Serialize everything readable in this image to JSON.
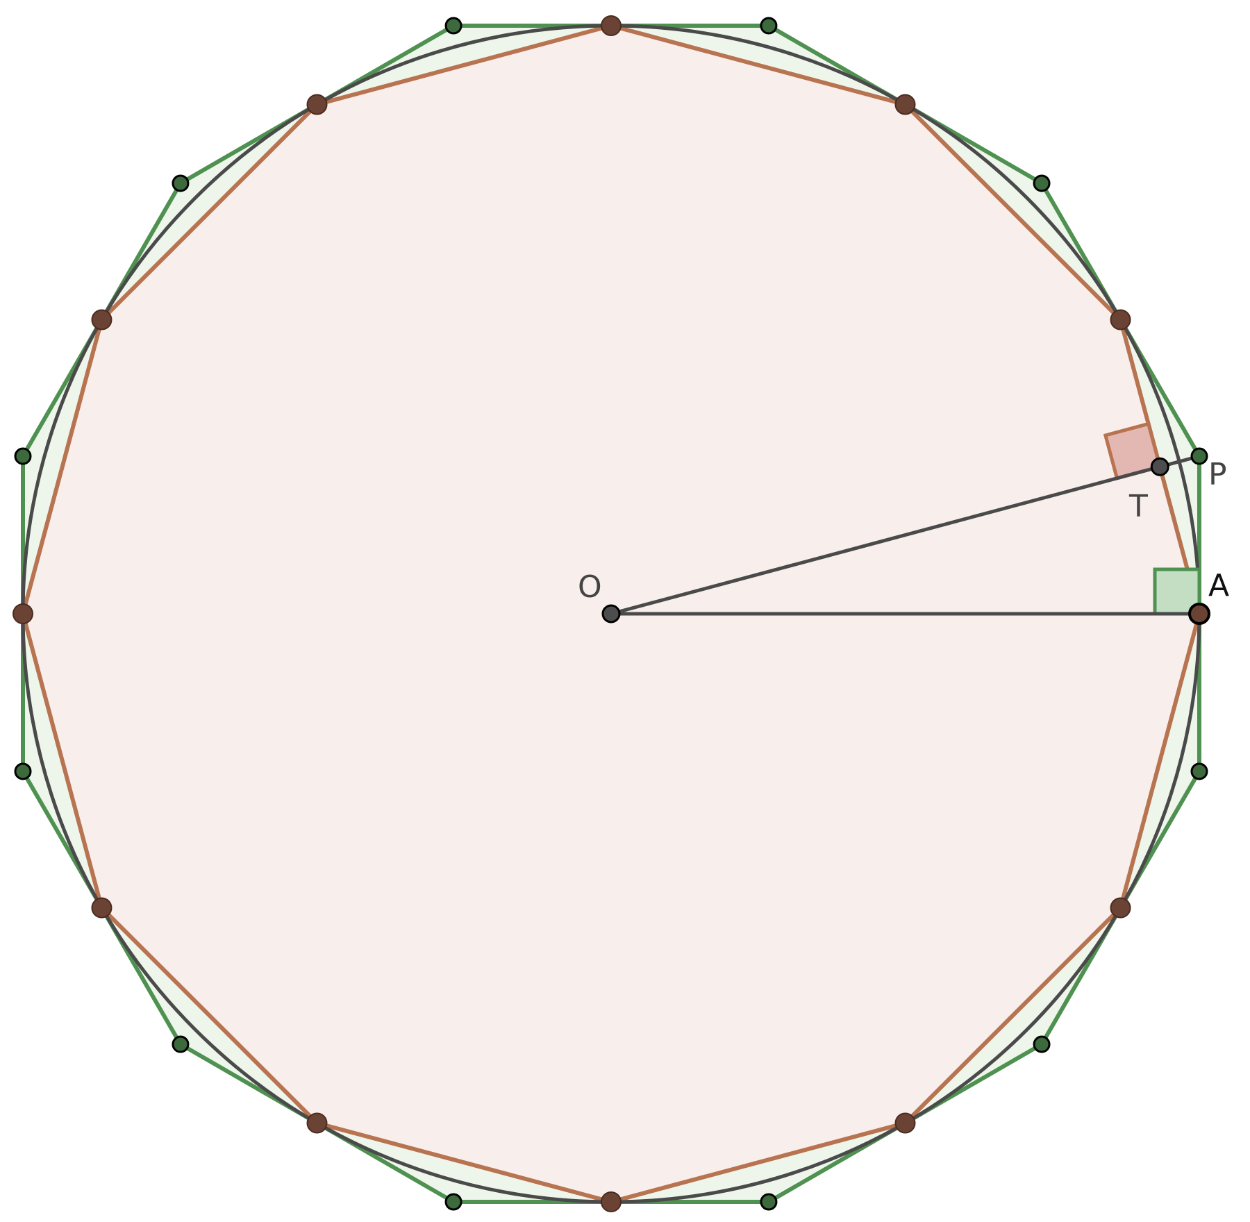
{
  "figure": {
    "labels": {
      "center": "O",
      "tangent_point": "A",
      "outer_vertex": "P",
      "foot": "T"
    },
    "circle": {
      "stroke": "#4a4a4a"
    },
    "inscribed_polygon": {
      "sides": 12,
      "stroke": "#b87350",
      "fill": "#f8eeec",
      "vertex_color": "#6b4334"
    },
    "circumscribed_polygon": {
      "sides": 12,
      "stroke": "#4e9150",
      "fill": "#eef6ec",
      "vertex_color": "#3c6a3c"
    },
    "right_angle_marks": {
      "at_A": {
        "fill": "#c3dec3",
        "stroke": "#4e9150"
      },
      "at_T": {
        "fill": "#e3b8b3",
        "stroke": "#b87350"
      }
    }
  }
}
